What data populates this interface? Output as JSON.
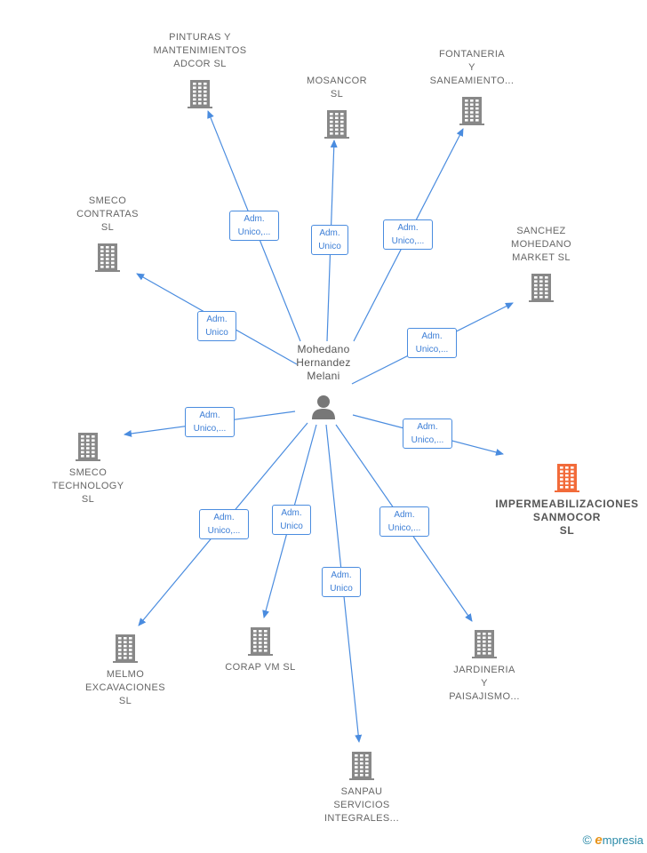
{
  "center": {
    "name": [
      "Mohedano",
      "Hernandez",
      "Melani"
    ],
    "icon": "person-icon"
  },
  "nodes": [
    {
      "id": "pinturas",
      "label": [
        "PINTURAS Y",
        "MANTENIMIENTOS",
        "ADCOR  SL"
      ],
      "icon": "building-icon",
      "highlight": false,
      "relation": [
        "Adm.",
        "Unico,..."
      ]
    },
    {
      "id": "mosancor",
      "label": [
        "MOSANCOR",
        "SL"
      ],
      "icon": "building-icon",
      "highlight": false,
      "relation": [
        "Adm.",
        "Unico"
      ]
    },
    {
      "id": "fontaneria",
      "label": [
        "FONTANERIA",
        "Y",
        "SANEAMIENTO..."
      ],
      "icon": "building-icon",
      "highlight": false,
      "relation": [
        "Adm.",
        "Unico,..."
      ]
    },
    {
      "id": "smeco-contratas",
      "label": [
        "SMECO",
        "CONTRATAS",
        "SL"
      ],
      "icon": "building-icon",
      "highlight": false,
      "relation": [
        "Adm.",
        "Unico"
      ]
    },
    {
      "id": "sanchez",
      "label": [
        "SANCHEZ",
        "MOHEDANO",
        "MARKET  SL"
      ],
      "icon": "building-icon",
      "highlight": false,
      "relation": [
        "Adm.",
        "Unico,..."
      ]
    },
    {
      "id": "smeco-technology",
      "label": [
        "SMECO",
        "TECHNOLOGY",
        "SL"
      ],
      "icon": "building-icon",
      "highlight": false,
      "relation": [
        "Adm.",
        "Unico,..."
      ]
    },
    {
      "id": "impermeabilizaciones",
      "label": [
        "IMPERMEABILIZACIONES",
        "SANMOCOR",
        "SL"
      ],
      "icon": "building-icon",
      "highlight": true,
      "relation": [
        "Adm.",
        "Unico,..."
      ]
    },
    {
      "id": "melmo",
      "label": [
        "MELMO",
        "EXCAVACIONES",
        "SL"
      ],
      "icon": "building-icon",
      "highlight": false,
      "relation": [
        "Adm.",
        "Unico,..."
      ]
    },
    {
      "id": "corap",
      "label": [
        "CORAP VM  SL"
      ],
      "icon": "building-icon",
      "highlight": false,
      "relation": [
        "Adm.",
        "Unico"
      ]
    },
    {
      "id": "jardineria",
      "label": [
        "JARDINERIA",
        "Y",
        "PAISAJISMO..."
      ],
      "icon": "building-icon",
      "highlight": false,
      "relation": [
        "Adm.",
        "Unico,..."
      ]
    },
    {
      "id": "sanpau",
      "label": [
        "SANPAU",
        "SERVICIOS",
        "INTEGRALES..."
      ],
      "icon": "building-icon",
      "highlight": false,
      "relation": [
        "Adm.",
        "Unico"
      ]
    }
  ],
  "colors": {
    "edge": "#4a8cdf",
    "building": "#888888",
    "building_highlight": "#f26b3a",
    "text": "#666666"
  },
  "footer": {
    "copyright": "©",
    "brand_initial": "e",
    "brand_rest": "mpresia"
  }
}
